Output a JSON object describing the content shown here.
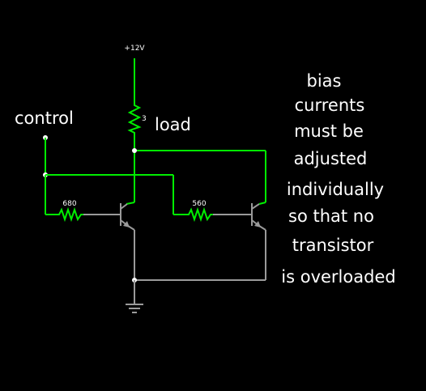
{
  "supply": {
    "label": "+12V"
  },
  "load": {
    "label": "load",
    "value": "3"
  },
  "control": {
    "label": "control"
  },
  "resistors": [
    {
      "value": "680"
    },
    {
      "value": "560"
    }
  ],
  "note_lines": [
    "bias",
    "currents",
    "must be",
    "adjusted",
    "individually",
    "so that no",
    "transistor",
    "is overloaded"
  ],
  "colors": {
    "background": "#000000",
    "active_wire": "#00ee00",
    "inactive_wire": "#9a9a9a",
    "text": "#ffffff"
  }
}
